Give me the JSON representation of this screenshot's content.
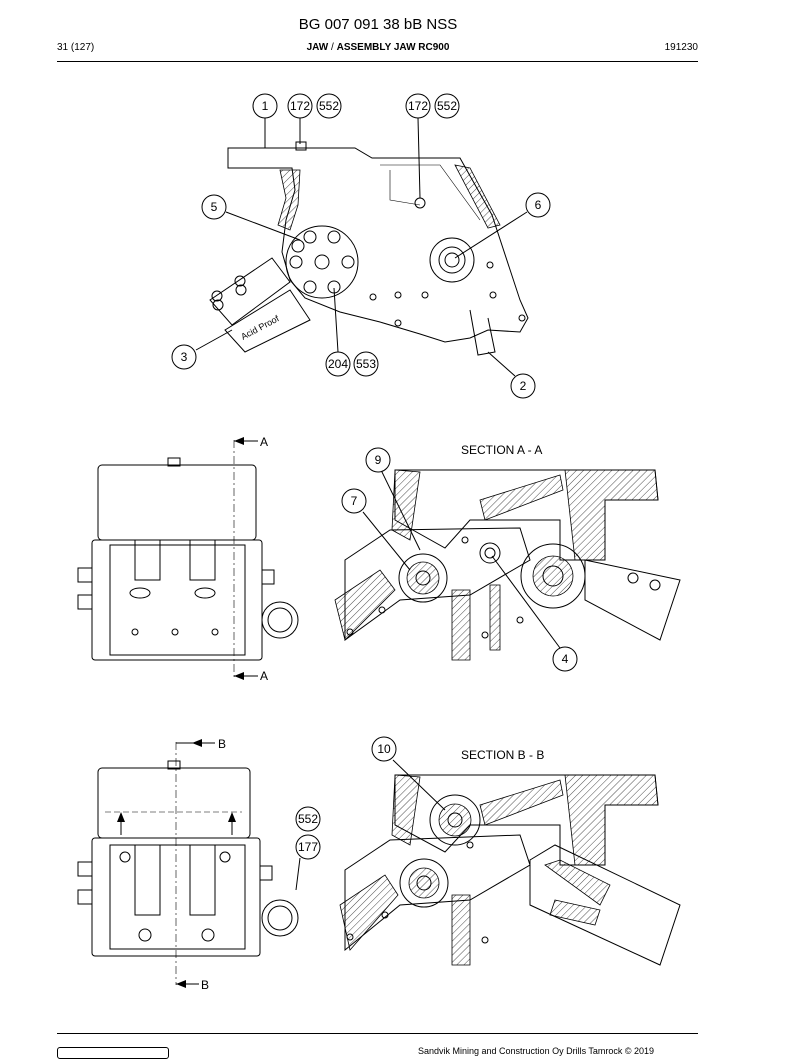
{
  "header": {
    "document_number": "BG 007 091 38 bB NSS",
    "page": "31 (127)",
    "title_bold": "JAW",
    "title_rest": " / ",
    "title_bold2": "ASSEMBLY JAW RC900",
    "date_code": "191230"
  },
  "drawing": {
    "top_view": {
      "balloons": [
        "1",
        "172",
        "552",
        "172",
        "552",
        "5",
        "6",
        "3",
        "204",
        "553",
        "2"
      ],
      "engraving": "Acid Proof"
    },
    "section_a": {
      "title": "SECTION A - A",
      "cut_label": "A",
      "balloons": [
        "9",
        "7",
        "4"
      ]
    },
    "section_b": {
      "title": "SECTION B - B",
      "cut_label": "B",
      "balloons": [
        "10",
        "552",
        "177"
      ]
    }
  },
  "footer": {
    "copyright": "Sandvik Mining and Construction Oy Drills Tamrock © 2019"
  }
}
